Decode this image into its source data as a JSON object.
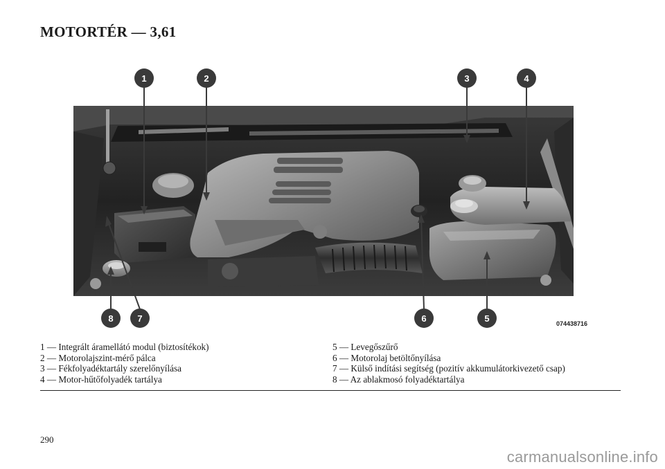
{
  "page": {
    "title": "MOTORTÉR — 3,61",
    "page_number": "290",
    "watermark": "carmanualsonline.info"
  },
  "figure": {
    "code": "074438716",
    "callouts_top": [
      "1",
      "2",
      "3",
      "4"
    ],
    "callouts_bottom": [
      "8",
      "7",
      "6",
      "5"
    ],
    "colors": {
      "badge": "#3a3a3a",
      "photo_dark": "#1c1c1c",
      "photo_light": "#9c9c9c"
    }
  },
  "legend": {
    "left": [
      "1 — Integrált áramellátó modul (biztosítékok)",
      "2 — Motorolajszint-mérő pálca",
      "3 — Fékfolyadéktartály szerelőnyílása",
      "4 — Motor-hűtőfolyadék tartálya"
    ],
    "right": [
      "5 — Levegőszűrő",
      "6 — Motorolaj betöltőnyílása",
      "7 — Külső indítási segítség (pozitív akkumulátorkivezető csap)",
      "8 — Az ablakmosó folyadéktartálya"
    ]
  }
}
